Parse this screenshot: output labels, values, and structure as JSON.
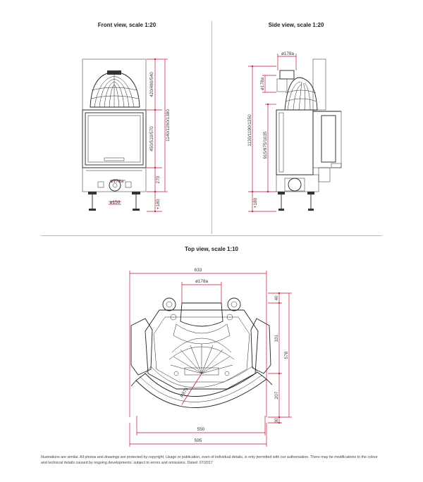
{
  "titles": {
    "front": "Front view, scale 1:20",
    "side": "Side view, scale 1:20",
    "top": "Top view, scale 1:10"
  },
  "front": {
    "d_flue": "ø178a",
    "d_air": "ø150",
    "h_top": "420/480/540",
    "h_door": "450/510/570",
    "h_total": "1140/1260/1380",
    "h_base": "270",
    "h_feet": "+180"
  },
  "side": {
    "d_flue_top": "ø178a",
    "d_flue_back": "ø178a",
    "h_total": "1130/1190/1250",
    "h_mid": "915/975/1035",
    "h_feet": "+180"
  },
  "top": {
    "w_total": "633",
    "d_flue": "ø178a",
    "d_40": "40",
    "d_331": "331",
    "d_578": "578",
    "d_207": "207",
    "d_30": "30",
    "r_875": "R875",
    "w_550": "550",
    "w_595": "595"
  },
  "footer": "Illustrations are similar. All photos and drawings are protected by copyright. Usage or publication, even of individual details, is only permitted with our authorisation. There may be modifications to the colour and technical details caused by ongoing developments; subject to errors and omissions. Dated: 07/2017"
}
